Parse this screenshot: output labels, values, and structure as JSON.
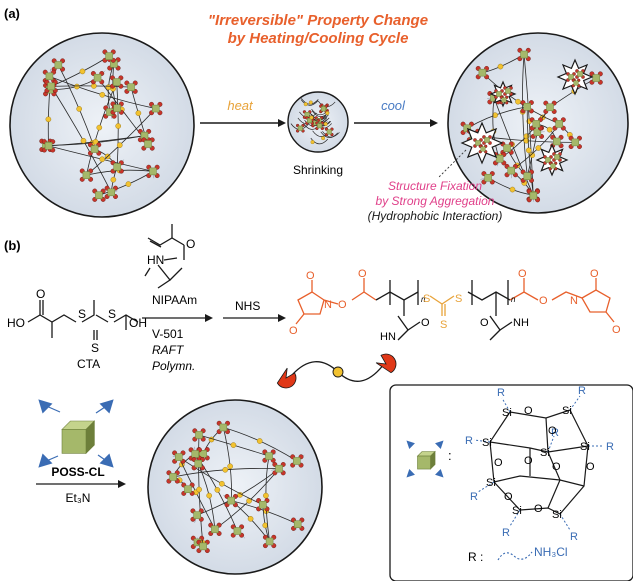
{
  "panel_a": {
    "label": "(a)",
    "title_line1": "\"Irreversible\" Property Change",
    "title_line2": "by Heating/Cooling Cycle",
    "heat_label": "heat",
    "cool_label": "cool",
    "shrinking_label": "Shrinking",
    "fixation_line1": "Structure Fixation",
    "fixation_line2": "by Strong Aggregation",
    "fixation_line3": "(Hydrophobic Interaction)"
  },
  "panel_b": {
    "label": "(b)",
    "monomer_name": "NIPAAm",
    "initiator": "V-501",
    "raft_line1": "RAFT",
    "raft_line2": "Polymn.",
    "cta_label": "CTA",
    "nhs_label": "NHS",
    "poss_label": "POSS-CL",
    "base_label": "Et₃N",
    "r_label": "R :",
    "r_group": "NH₃Cl",
    "colon": ":",
    "n_sub": "n",
    "atoms": {
      "HO": "HO",
      "OH": "OH",
      "O": "O",
      "S": "S",
      "HN": "HN",
      "NH": "NH",
      "N": "N",
      "Si": "Si",
      "R": "R"
    }
  },
  "colors": {
    "title": "#e8602c",
    "heat": "#e8a33a",
    "cool": "#4a7cc4",
    "fixation": "#e0408a",
    "ester": "#e8602c",
    "trithio": "#e8a33a",
    "r_group": "#3a6cb4",
    "cube": "#a5b86a",
    "cube_dark": "#6d7f3a",
    "red_node": "#c8342a",
    "yellow_node": "#f2c230",
    "gel_fill": "#dde3ec"
  }
}
